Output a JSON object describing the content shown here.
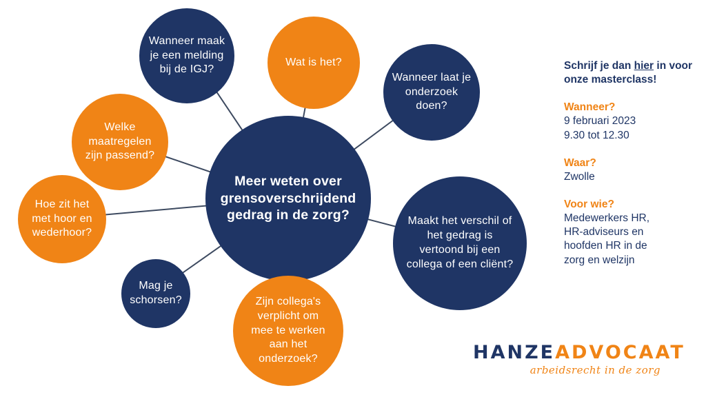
{
  "center": {
    "text": "Meer weten over\ngrensoverschrijdend\ngedrag in de zorg?"
  },
  "bubbles": [
    {
      "text": "Wanneer maak\nje een melding\nbij de IGJ?",
      "color": "navy"
    },
    {
      "text": "Wat is het?",
      "color": "orange"
    },
    {
      "text": "Wanneer laat je\nonderzoek\ndoen?",
      "color": "navy"
    },
    {
      "text": "Welke\nmaatregelen\nzijn passend?",
      "color": "orange"
    },
    {
      "text": "Hoe zit het\nmet hoor en\nwederhoor?",
      "color": "orange"
    },
    {
      "text": "Maakt het verschil of\nhet gedrag is\nvertoond bij een\ncollega of een cliënt?",
      "color": "navy"
    },
    {
      "text": "Mag je\nschorsen?",
      "color": "navy"
    },
    {
      "text": "Zijn collega's\nverplicht om\nmee te werken\naan het\nonderzoek?",
      "color": "orange"
    }
  ],
  "sidebar": {
    "cta_before": "Schrijf je dan ",
    "cta_link": "hier",
    "cta_after": " in voor onze masterclass!",
    "when_label": "Wanneer?",
    "when_value": "9 februari 2023\n9.30 tot 12.30",
    "where_label": "Waar?",
    "where_value": "Zwolle",
    "who_label": "Voor wie?",
    "who_value": "Medewerkers HR,\nHR-adviseurs en\nhoofden HR in de\nzorg en welzijn"
  },
  "logo": {
    "brand_part1": "Hanze",
    "brand_part2": "advocaat",
    "tagline": "arbeidsrecht in de zorg"
  },
  "colors": {
    "navy": "#1f3565",
    "orange": "#f08416",
    "line": "#3d4a60"
  }
}
